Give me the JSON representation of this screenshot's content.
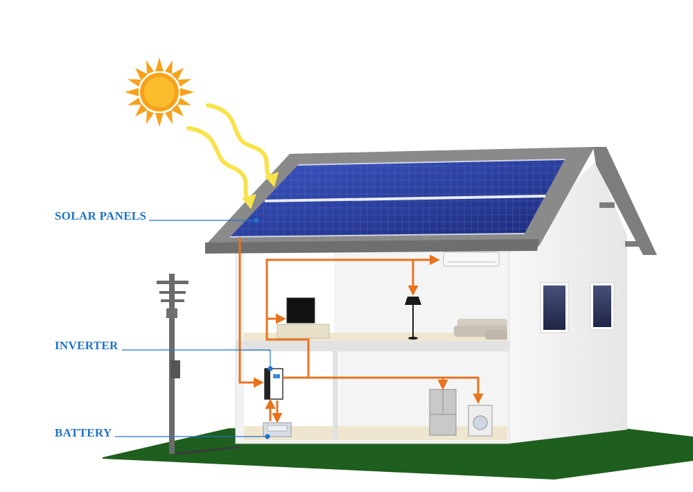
{
  "labels": {
    "solar_panels": "SOLAR PANELS",
    "inverter": "INVERTER",
    "battery": "BATTERY"
  },
  "colors": {
    "label_text": "#1f73c9",
    "leader_line": "#1f73c9",
    "energy_flow": "#e8731f",
    "sun_rays": "#f7e34a",
    "sun": "#f7a21b",
    "ground": "#1e5e1e",
    "roof": "#8a8a8a",
    "panel": "#2a3f9c"
  },
  "icons": [
    "sun-icon",
    "solar-panel-icon",
    "inverter-icon",
    "battery-icon",
    "tv-icon",
    "floor-lamp-icon",
    "sofa-icon",
    "air-conditioner-icon",
    "refrigerator-icon",
    "washing-machine-icon",
    "utility-pole-icon"
  ]
}
